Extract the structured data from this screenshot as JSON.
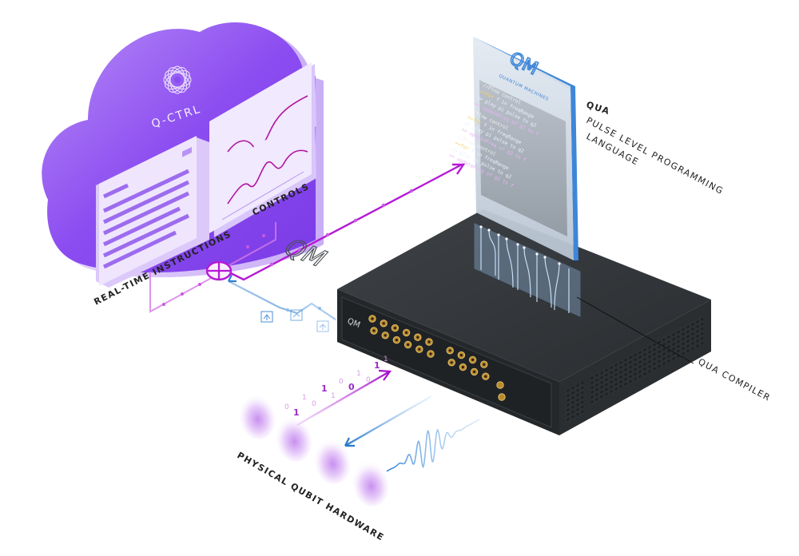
{
  "colors": {
    "cloud": "#8a4df0",
    "cloud_light": "#c7a8f8",
    "signal_purple": "#b21fd6",
    "signal_blue": "#2f7fcf",
    "device": "#2e3134",
    "panel_glass": "#cfd9e6",
    "panel_edge": "#3d86d8"
  },
  "cloud": {
    "brand": "Q-CTRL",
    "logo_icon": "atom-mesh-icon"
  },
  "labels": {
    "controls": "CONTROLS",
    "real_time_instructions": "REAL-TIME INSTRUCTIONS",
    "qua_title": "QUA",
    "qua_subtitle_line1": "PULSE LEVEL PROGRAMMING",
    "qua_subtitle_line2": "LANGUAGE",
    "qua_compiler": "QUA COMPILER",
    "physical_qubit_hardware": "PHYSICAL QUBIT HARDWARE"
  },
  "panel": {
    "brand": "QM",
    "brand_sub": "QUANTUM MACHINES",
    "code_blocks": [
      {
        "comment": "//Flow control",
        "l1_kw": ">>for",
        "l1_rest": " f in freqRange",
        "l2": ">>  play pi pulse to q2",
        "l3": ">>  updateFreq of q2 to f"
      },
      {
        "comment": "//Flow control",
        "l1_kw": ">>for",
        "l1_rest": " f in freqRange",
        "l2": ">>  play pi pulse to q2",
        "l3": ">>  updateFreq of q2 to f"
      },
      {
        "comment": "//Flow control",
        "l1_kw": ">>for",
        "l1_rest": " f in freqRange",
        "l2": ">>  play pi pulse to q2",
        "l3": ">>  updateFreq of q2 to f"
      }
    ]
  },
  "device": {
    "brand": "QM"
  },
  "binary_stream": [
    "0",
    "1",
    "1",
    "0",
    "1",
    "1",
    "0",
    "0",
    "1",
    "0",
    "1",
    "1"
  ]
}
